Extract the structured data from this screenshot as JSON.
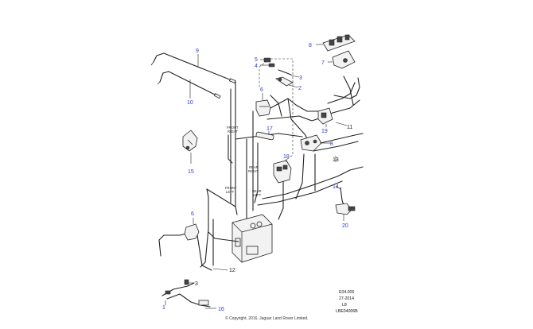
{
  "diagram": {
    "callouts": [
      "1",
      "2",
      "3",
      "4",
      "5",
      "6",
      "7",
      "8",
      "9",
      "10",
      "11",
      "12",
      "13",
      "14",
      "15",
      "16",
      "17",
      "18",
      "19",
      "20"
    ],
    "labels": {
      "front_right": [
        "FRONT",
        "RIGHT"
      ],
      "front_left": [
        "FRONT",
        "LEFT"
      ],
      "rear_right": [
        "REAR",
        "RIGHT"
      ],
      "rear_left": [
        "REAR",
        "LEFT"
      ]
    },
    "reference": [
      "E04.006",
      "27-2014",
      "L8",
      "LBE04006B"
    ],
    "copyright": "© Copyright, 2016, Jaguar Land Rover Limited."
  },
  "colors": {
    "callout": "#2a3bd6",
    "line": "#222222"
  }
}
